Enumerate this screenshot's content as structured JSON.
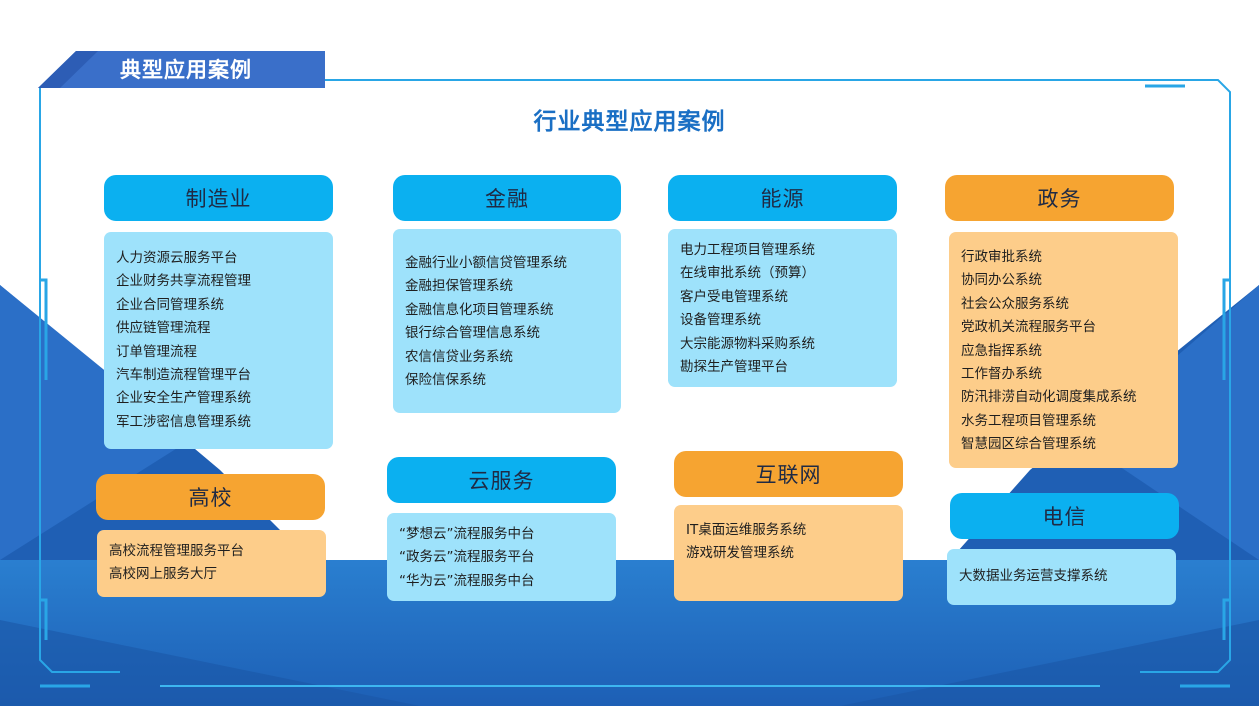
{
  "page": {
    "tab_title": "典型应用案例",
    "main_title": "行业典型应用案例"
  },
  "colors": {
    "header_blue": "#0bb0f0",
    "header_orange": "#f6a431",
    "box_blue": "#9ee2fb",
    "box_orange": "#fdcd8a",
    "title_blue": "#1a6fc4",
    "frame_line": "#29a6e6"
  },
  "categories": {
    "manufacturing": {
      "label": "制造业",
      "items": [
        "人力资源云服务平台",
        "企业财务共享流程管理",
        "企业合同管理系统",
        "供应链管理流程",
        "订单管理流程",
        "汽车制造流程管理平台",
        "企业安全生产管理系统",
        "军工涉密信息管理系统"
      ]
    },
    "finance": {
      "label": "金融",
      "items": [
        "金融行业小额信贷管理系统",
        "金融担保管理系统",
        "金融信息化项目管理系统",
        "银行综合管理信息系统",
        "农信信贷业务系统",
        "保险信保系统"
      ]
    },
    "energy": {
      "label": "能源",
      "items": [
        "电力工程项目管理系统",
        "在线审批系统（预算）",
        "客户受电管理系统",
        "设备管理系统",
        "大宗能源物料采购系统",
        "勘探生产管理平台"
      ]
    },
    "government": {
      "label": "政务",
      "items": [
        "行政审批系统",
        "协同办公系统",
        "社会公众服务系统",
        "党政机关流程服务平台",
        "应急指挥系统",
        "工作督办系统",
        "防汛排涝自动化调度集成系统",
        "水务工程项目管理系统",
        "智慧园区综合管理系统"
      ]
    },
    "university": {
      "label": "高校",
      "items": [
        "高校流程管理服务平台",
        "高校网上服务大厅"
      ]
    },
    "cloud": {
      "label": "云服务",
      "items": [
        "“梦想云”流程服务中台",
        "“政务云”流程服务平台",
        "“华为云”流程服务中台"
      ]
    },
    "internet": {
      "label": "互联网",
      "items": [
        "IT桌面运维服务系统",
        "游戏研发管理系统"
      ]
    },
    "telecom": {
      "label": "电信",
      "items": [
        "大数据业务运营支撑系统"
      ]
    }
  }
}
